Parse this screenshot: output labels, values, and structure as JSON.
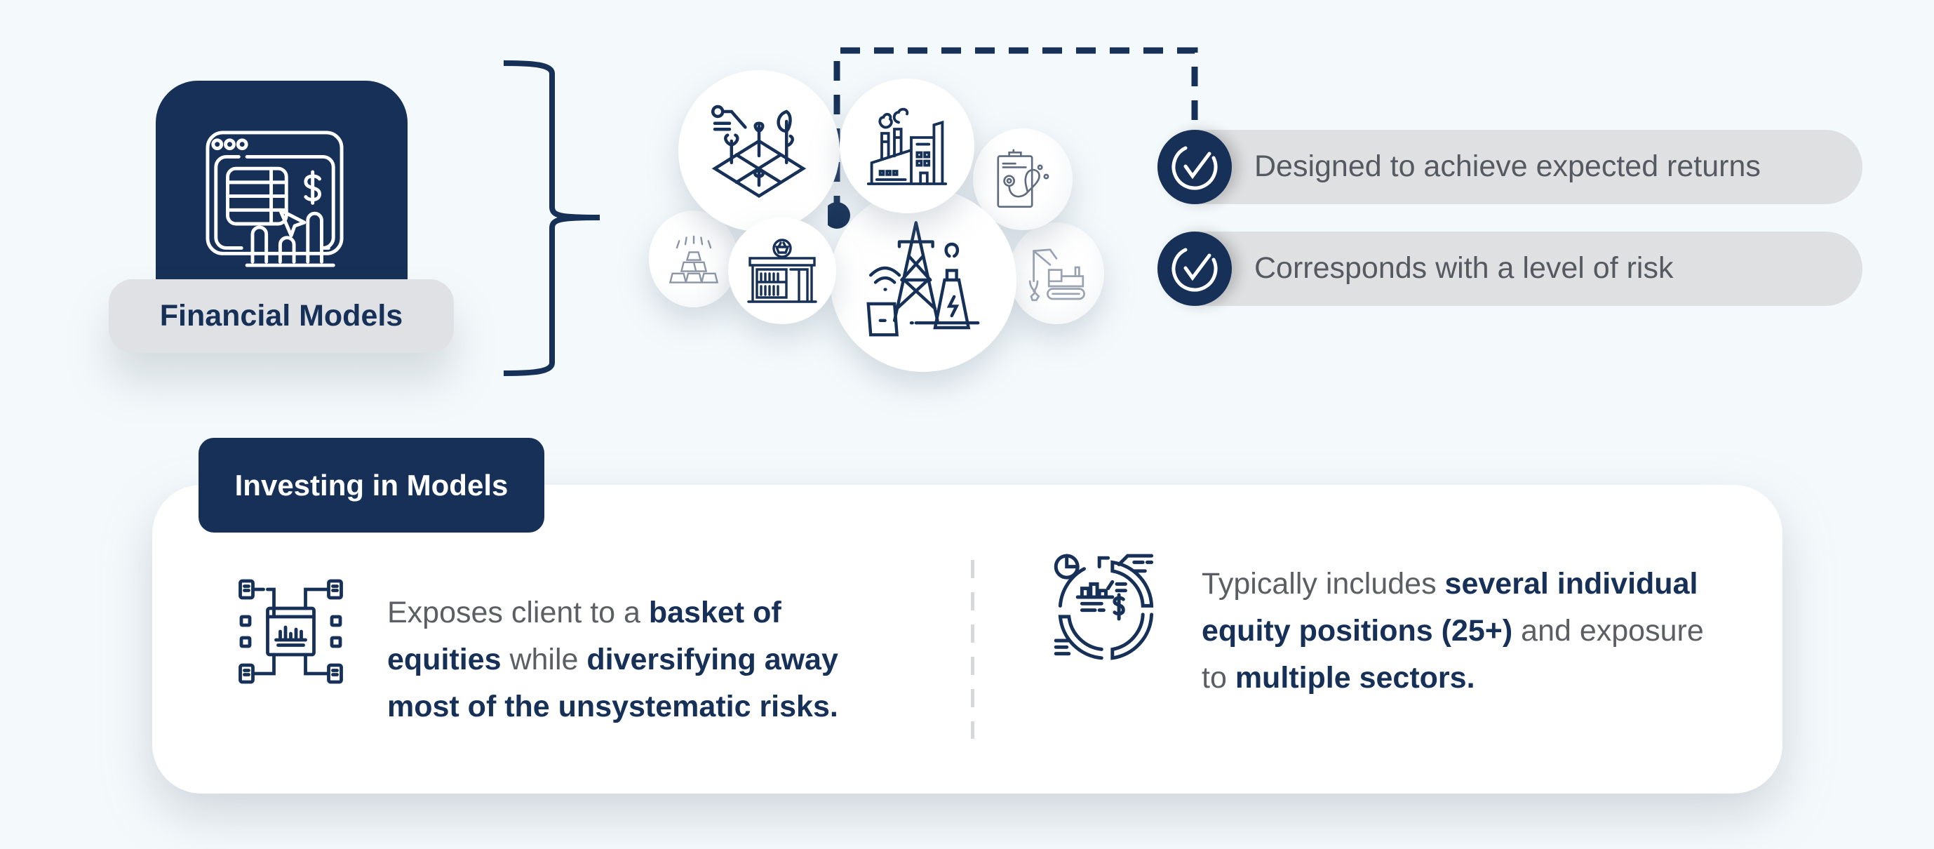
{
  "financial_models": {
    "label": "Financial Models",
    "icon": "spreadsheet-chart-dollar-icon"
  },
  "sector_icons": [
    {
      "name": "agriculture-icon"
    },
    {
      "name": "factory-icon"
    },
    {
      "name": "medical-clipboard-stethoscope-icon"
    },
    {
      "name": "gold-bars-icon"
    },
    {
      "name": "retail-store-icon"
    },
    {
      "name": "energy-tower-icon"
    },
    {
      "name": "excavator-icon"
    }
  ],
  "checklist": [
    {
      "text": "Designed to achieve expected returns",
      "icon": "check-circle-icon"
    },
    {
      "text": "Corresponds with a level of risk",
      "icon": "check-circle-icon"
    }
  ],
  "investing": {
    "title": "Investing in Models",
    "left": {
      "icon": "network-documents-icon",
      "parts": [
        {
          "t": "Exposes client to a ",
          "b": false
        },
        {
          "t": "basket of equities",
          "b": true
        },
        {
          "t": " while ",
          "b": false
        },
        {
          "t": "diversifying away most of the unsystematic risks.",
          "b": true
        }
      ]
    },
    "right": {
      "icon": "portfolio-cycle-dollar-icon",
      "parts": [
        {
          "t": "Typically includes ",
          "b": false
        },
        {
          "t": "several individual equity positions (25+)",
          "b": true
        },
        {
          "t": " and exposure to ",
          "b": false
        },
        {
          "t": "multiple sectors.",
          "b": true
        }
      ]
    }
  },
  "colors": {
    "navy": "#163057",
    "background": "#f4f9fc",
    "pill": "#dfe0e2",
    "body_text": "#5b5f64"
  }
}
